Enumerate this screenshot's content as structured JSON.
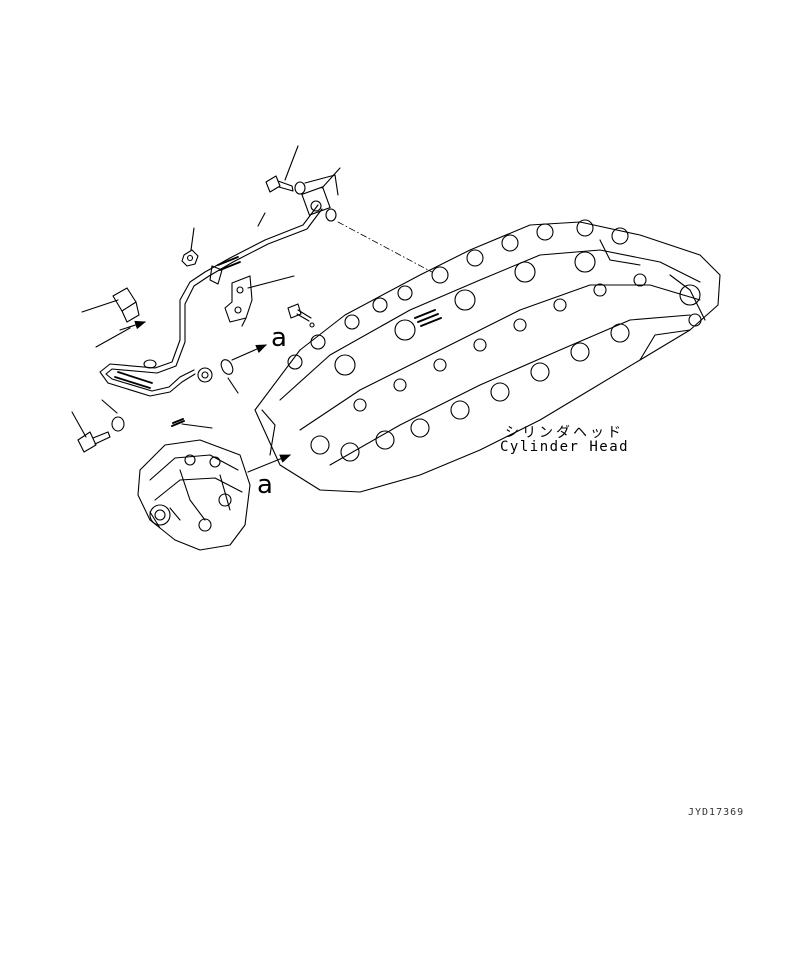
{
  "labels": {
    "cylinder_head_jp": "シリンダヘッド",
    "cylinder_head_en": "Cylinder Head",
    "view_marker_1": "a",
    "view_marker_2": "a",
    "drawing_code": "JYD17369"
  },
  "colors": {
    "line": "#000000",
    "background": "#ffffff"
  }
}
